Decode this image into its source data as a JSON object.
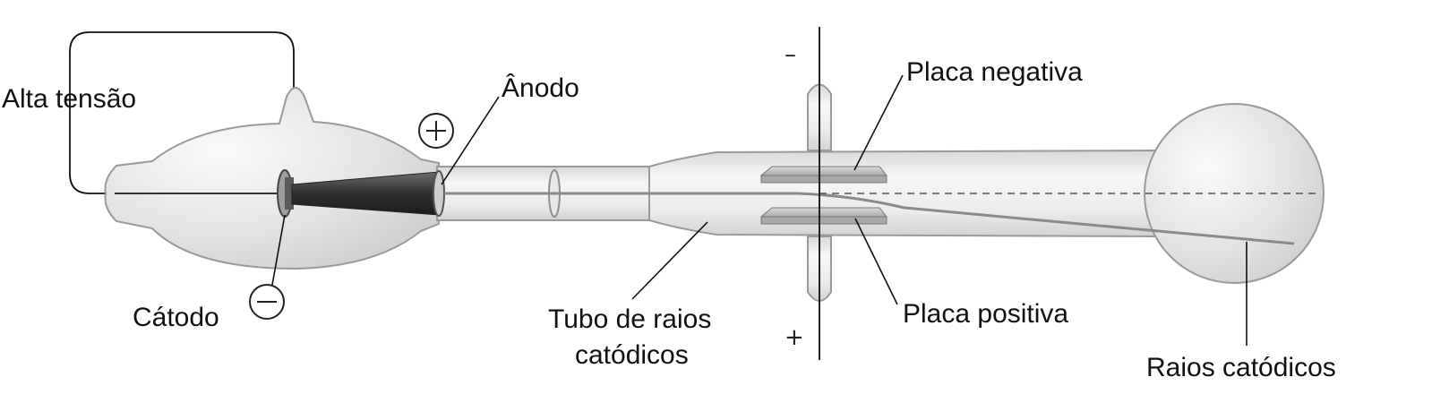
{
  "labels": {
    "high_voltage": "Alta tensão",
    "anode": "Ânodo",
    "cathode": "Cátodo",
    "tube_line1": "Tubo de raios",
    "tube_line2": "catódicos",
    "negative_plate": "Placa negativa",
    "positive_plate": "Placa positiva",
    "cathode_rays": "Raios catódicos"
  },
  "symbols": {
    "plate_minus": "–",
    "plate_plus": "+"
  },
  "colors": {
    "glass_fill": "#ececec",
    "glass_edge": "#9a9a9a",
    "anode_dark": "#3c3c3c",
    "plate": "#bdbdbd",
    "line": "#111111"
  }
}
